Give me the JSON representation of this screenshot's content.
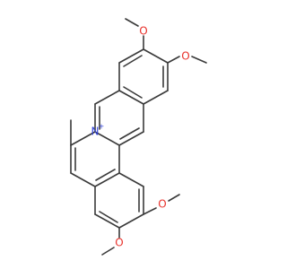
{
  "molecule": {
    "atom_labels": {
      "o_top_left": "O",
      "o_top_right": "O",
      "o_bottom_right": "O",
      "o_bottom_left": "O",
      "n_center": "N",
      "n_charge": "+"
    }
  },
  "colors": {
    "bond": "#3a3a3a",
    "oxygen": "#e8312b",
    "nitrogen": "#2f40d6",
    "background": "#ffffff"
  }
}
